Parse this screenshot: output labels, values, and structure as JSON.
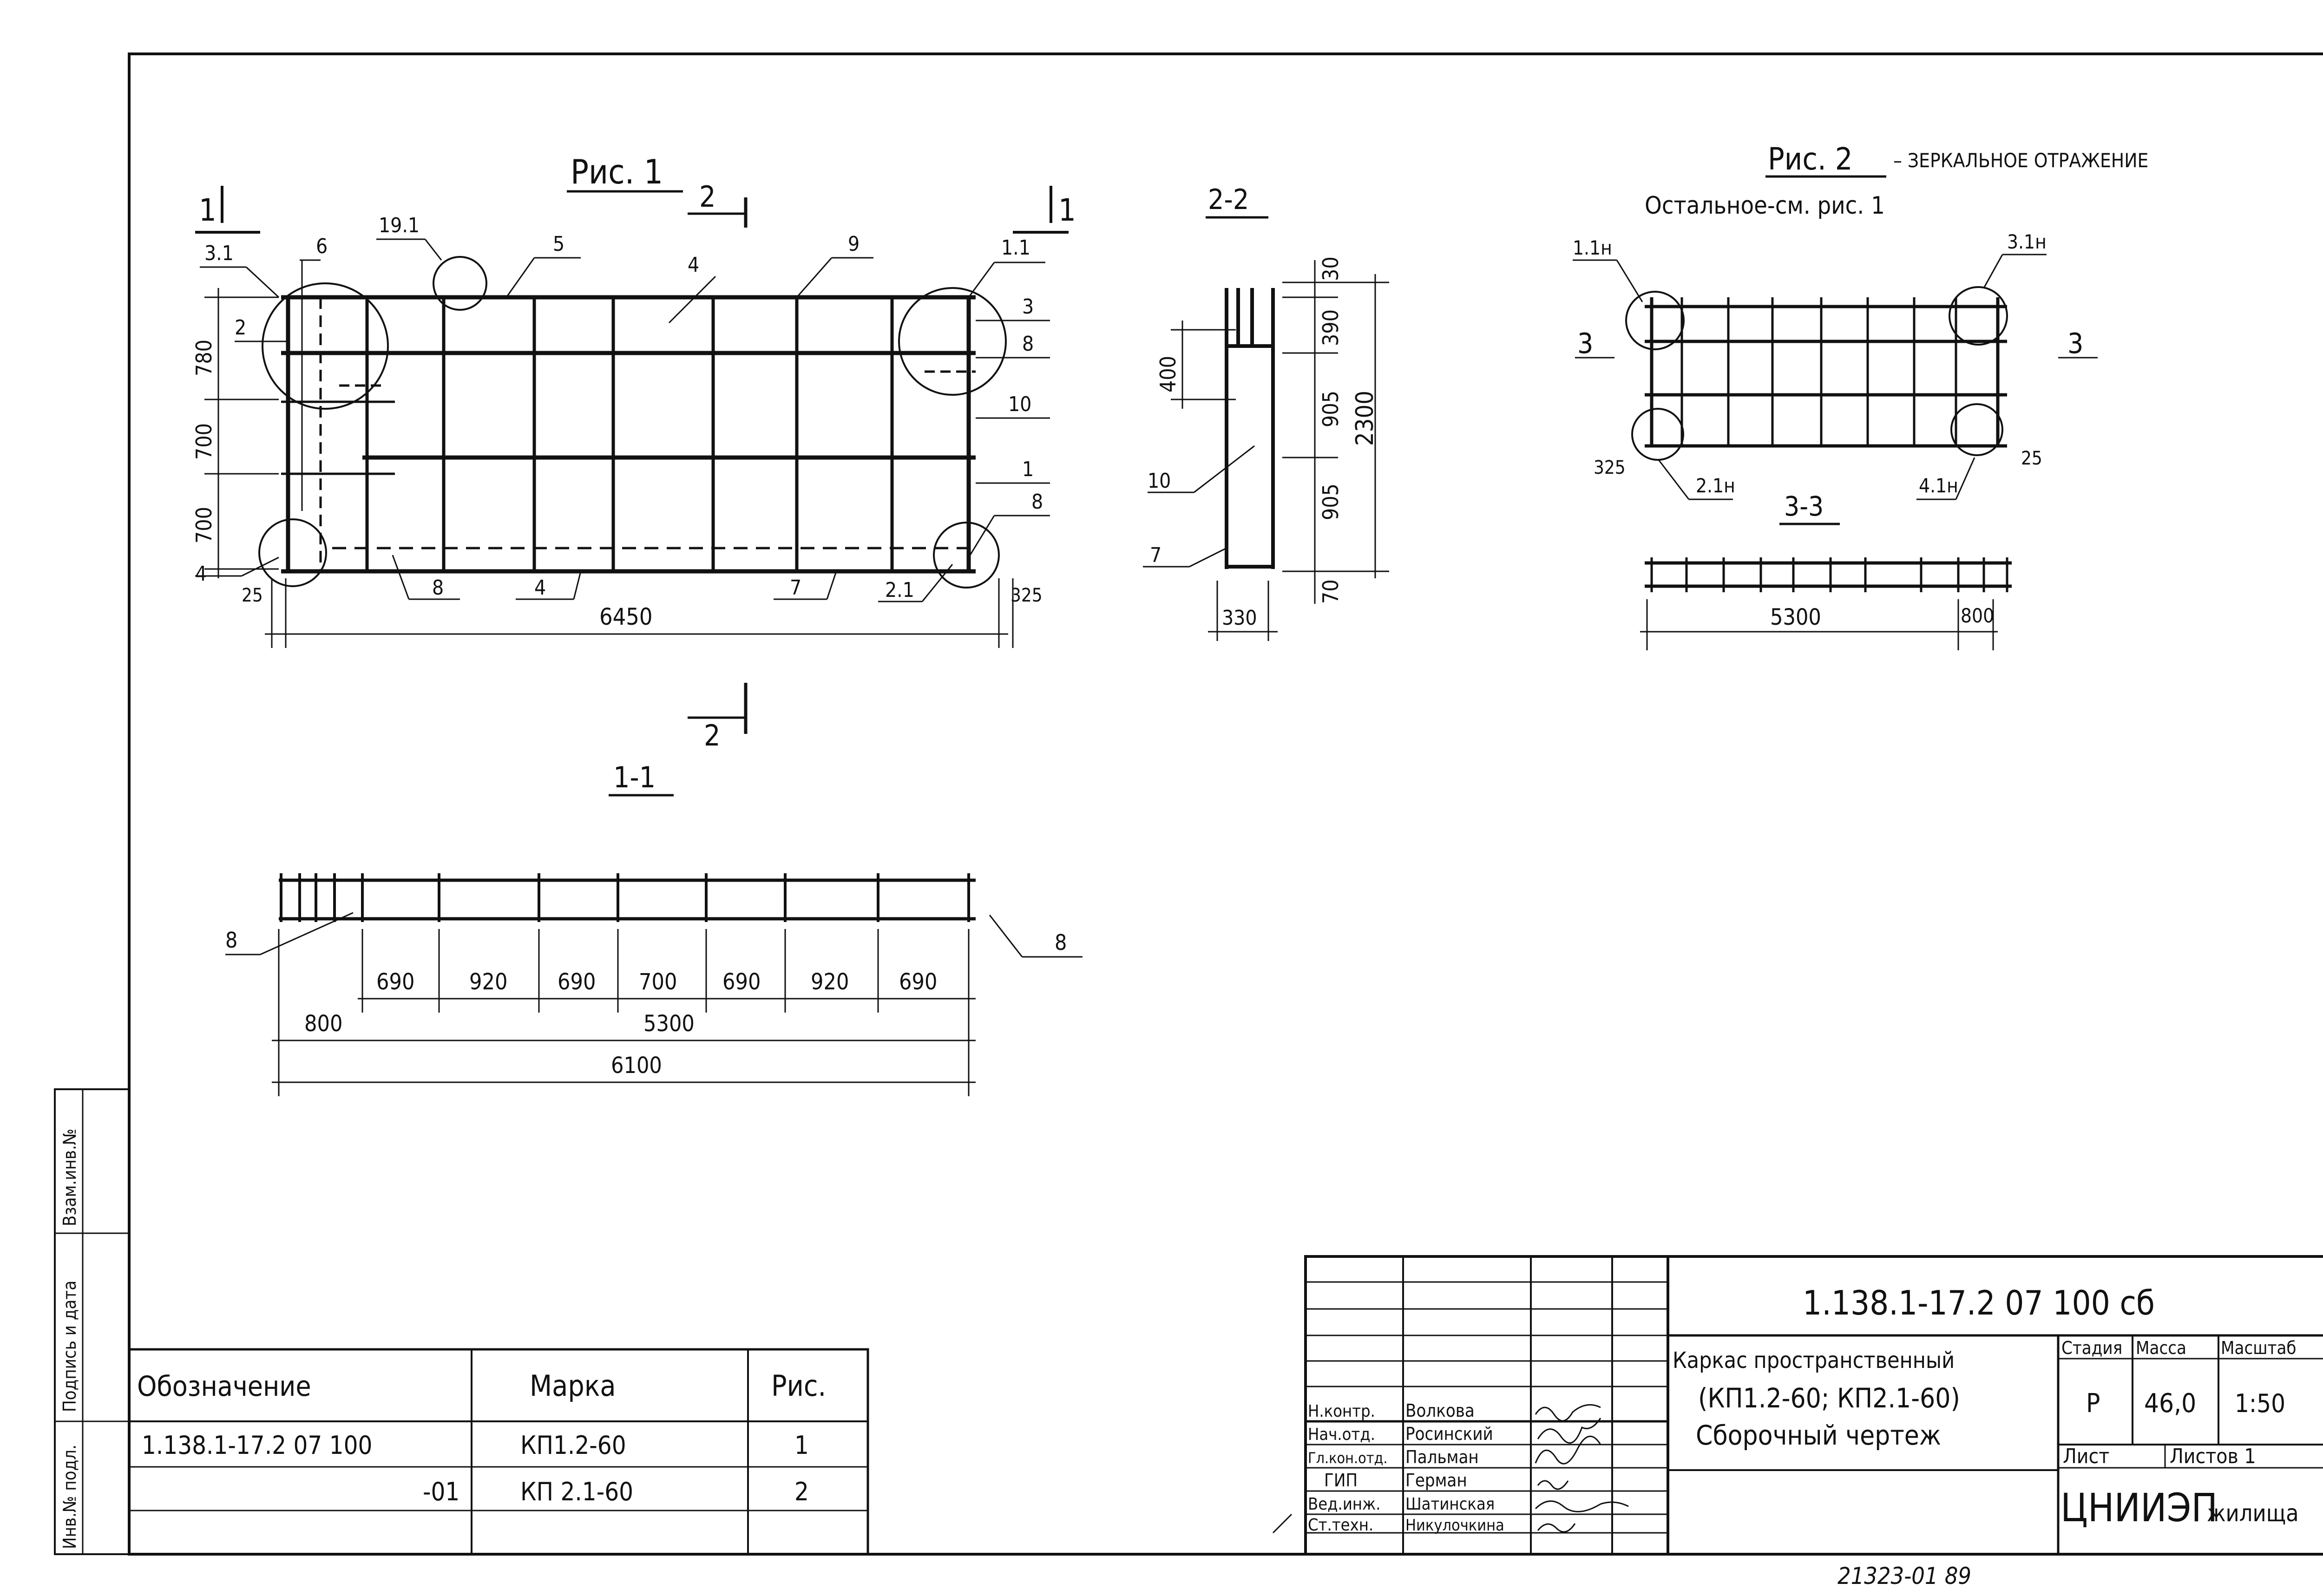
{
  "fig1": {
    "title": "Рис. 1",
    "section_marks": {
      "left": "1",
      "right": "1",
      "top": "2",
      "bottom": "2"
    },
    "callouts": [
      "3.1",
      "6",
      "19.1",
      "5",
      "4",
      "9",
      "1.1",
      "3",
      "8",
      "10",
      "1",
      "8",
      "2",
      "4",
      "8",
      "4",
      "7",
      "2.1"
    ],
    "dims_left": [
      "780",
      "700",
      "700"
    ],
    "dims_bottom": {
      "left_offset": "25",
      "total": "6450",
      "right_offset": "325"
    }
  },
  "sec22": {
    "title": "2-2",
    "dims_right": [
      "30",
      "390",
      "905",
      "905",
      "70"
    ],
    "overall_height": "2300",
    "inner_dim": "400",
    "width": "330",
    "callouts": [
      "10",
      "7"
    ]
  },
  "fig2": {
    "title": "Рис. 2",
    "subtitle": "– ЗЕРКАЛЬНОЕ ОТРАЖЕНИЕ",
    "note": "Остальное-см. рис. 1",
    "callouts": [
      "1.1н",
      "3.1н",
      "2.1н",
      "4.1н"
    ],
    "section_marks": {
      "left": "3",
      "right": "3"
    },
    "dims": {
      "left": "325",
      "right": "25"
    }
  },
  "sec33": {
    "title": "3-3",
    "dims": {
      "main": "5300",
      "end": "800"
    }
  },
  "sec11": {
    "title": "1-1",
    "callout_left": "8",
    "callout_right": "8",
    "spacings": [
      "690",
      "920",
      "690",
      "700",
      "690",
      "920",
      "690"
    ],
    "dims": {
      "offset": "800",
      "inner": "5300",
      "total": "6100"
    }
  },
  "spec_table": {
    "headers": [
      "Обозначение",
      "Марка",
      "Рис."
    ],
    "rows": [
      {
        "designation": "1.138.1-17.2  07  100",
        "mark": "КП1.2-60",
        "fig": "1"
      },
      {
        "designation": "-01",
        "mark": "КП 2.1-60",
        "fig": "2"
      }
    ]
  },
  "side_stamp": [
    "Инв.№ подл.",
    "Подпись и дата",
    "Взам.инв.№"
  ],
  "title_block": {
    "code": "1.138.1-17.2  07 100 сб",
    "name_lines": [
      "Каркас пространственный",
      "(КП1.2-60; КП2.1-60)",
      "Сборочный чертеж"
    ],
    "stage_label": "Стадия",
    "stage": "Р",
    "mass_label": "Масса",
    "mass": "46,0",
    "scale_label": "Масштаб",
    "scale": "1:50",
    "sheet_label": "Лист",
    "sheets_label": "Листов 1",
    "org": "ЦНИИЭП",
    "org_suffix": "жилища",
    "roles": [
      {
        "role": "Н.контр.",
        "name": "Волкова"
      },
      {
        "role": "Нач.отд.",
        "name": "Росинский"
      },
      {
        "role": "Гл.кон.отд.",
        "name": "Пальман"
      },
      {
        "role": "ГИП",
        "name": "Герман"
      },
      {
        "role": "Вед.инж.",
        "name": "Шатинская"
      },
      {
        "role": "Ст.техн.",
        "name": "Никулочкина"
      }
    ]
  },
  "footer_number": "21323-01   89"
}
